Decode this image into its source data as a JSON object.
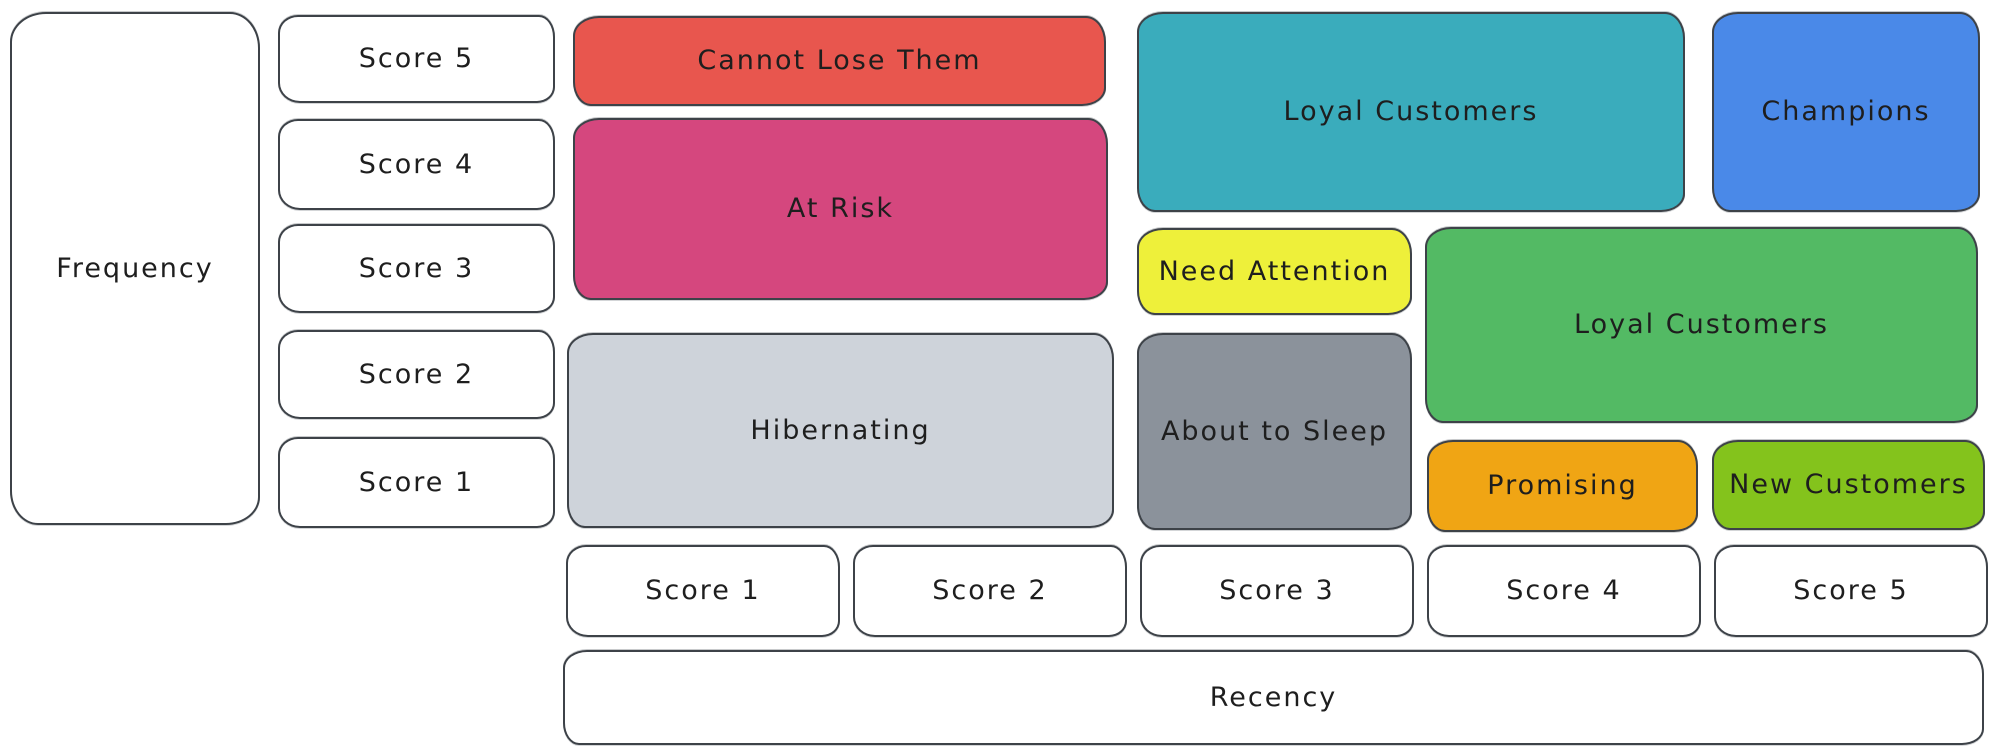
{
  "axes": {
    "frequency_label": "Frequency",
    "recency_label": "Recency",
    "frequency_scores": [
      "Score 5",
      "Score 4",
      "Score 3",
      "Score 2",
      "Score 1"
    ],
    "recency_scores": [
      "Score 1",
      "Score 2",
      "Score 3",
      "Score 4",
      "Score 5"
    ]
  },
  "segments": [
    {
      "id": "cannot-lose-them",
      "label": "Cannot Lose Them",
      "color": "#e8564e",
      "recency_span": [
        1,
        2
      ],
      "frequency_span": [
        5,
        5
      ]
    },
    {
      "id": "at-risk",
      "label": "At Risk",
      "color": "#d5477e",
      "recency_span": [
        1,
        2
      ],
      "frequency_span": [
        3,
        4
      ]
    },
    {
      "id": "hibernating",
      "label": "Hibernating",
      "color": "#ced3da",
      "recency_span": [
        1,
        2
      ],
      "frequency_span": [
        1,
        2
      ]
    },
    {
      "id": "loyal-customers-top",
      "label": "Loyal Customers",
      "color": "#3aacbc",
      "recency_span": [
        3,
        4
      ],
      "frequency_span": [
        4,
        5
      ]
    },
    {
      "id": "champions",
      "label": "Champions",
      "color": "#4a89e8",
      "recency_span": [
        5,
        5
      ],
      "frequency_span": [
        4,
        5
      ]
    },
    {
      "id": "need-attention",
      "label": "Need Attention",
      "color": "#eef03a",
      "recency_span": [
        3,
        3
      ],
      "frequency_span": [
        3,
        3
      ]
    },
    {
      "id": "about-to-sleep",
      "label": "About to Sleep",
      "color": "#8b929b",
      "recency_span": [
        3,
        3
      ],
      "frequency_span": [
        1,
        2
      ]
    },
    {
      "id": "loyal-customers-right",
      "label": "Loyal Customers",
      "color": "#53ba64",
      "recency_span": [
        4,
        5
      ],
      "frequency_span": [
        2,
        3
      ]
    },
    {
      "id": "promising",
      "label": "Promising",
      "color": "#f0a514",
      "recency_span": [
        4,
        4
      ],
      "frequency_span": [
        1,
        1
      ]
    },
    {
      "id": "new-customers",
      "label": "New Customers",
      "color": "#84c31c",
      "recency_span": [
        5,
        5
      ],
      "frequency_span": [
        1,
        1
      ]
    }
  ],
  "colors": {
    "background": "#ffffff",
    "box_border": "#3d4248",
    "text": "#1e1e1e",
    "plain_box_bg": "#ffffff"
  }
}
